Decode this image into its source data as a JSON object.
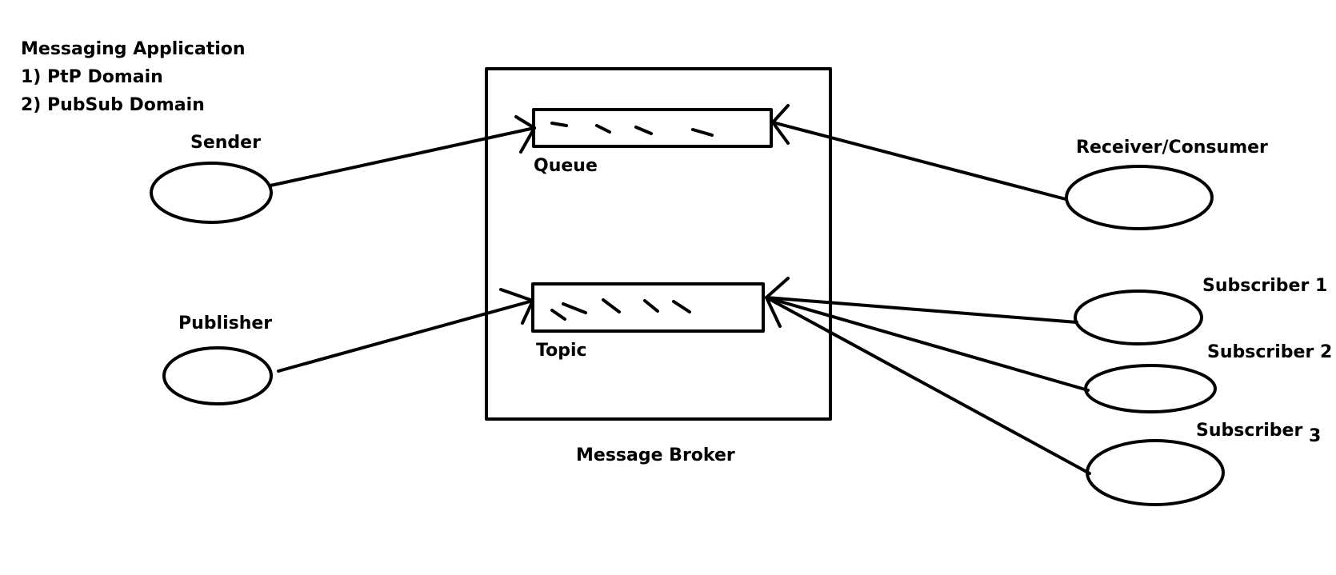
{
  "intro": {
    "title": "Messaging Application",
    "items": [
      "1) PtP Domain",
      "2) PubSub Domain"
    ]
  },
  "nodes": {
    "sender": "Sender",
    "publisher": "Publisher",
    "receiver": "Receiver/Consumer",
    "subscriber1": "Subscriber 1",
    "subscriber2": "Subscriber 2",
    "subscriber3": "Subscriber",
    "subscriber3_num": "3"
  },
  "broker": {
    "label": "Message Broker",
    "queue_label": "Queue",
    "topic_label": "Topic"
  },
  "colors": {
    "stroke": "#000000",
    "background": "#ffffff"
  }
}
